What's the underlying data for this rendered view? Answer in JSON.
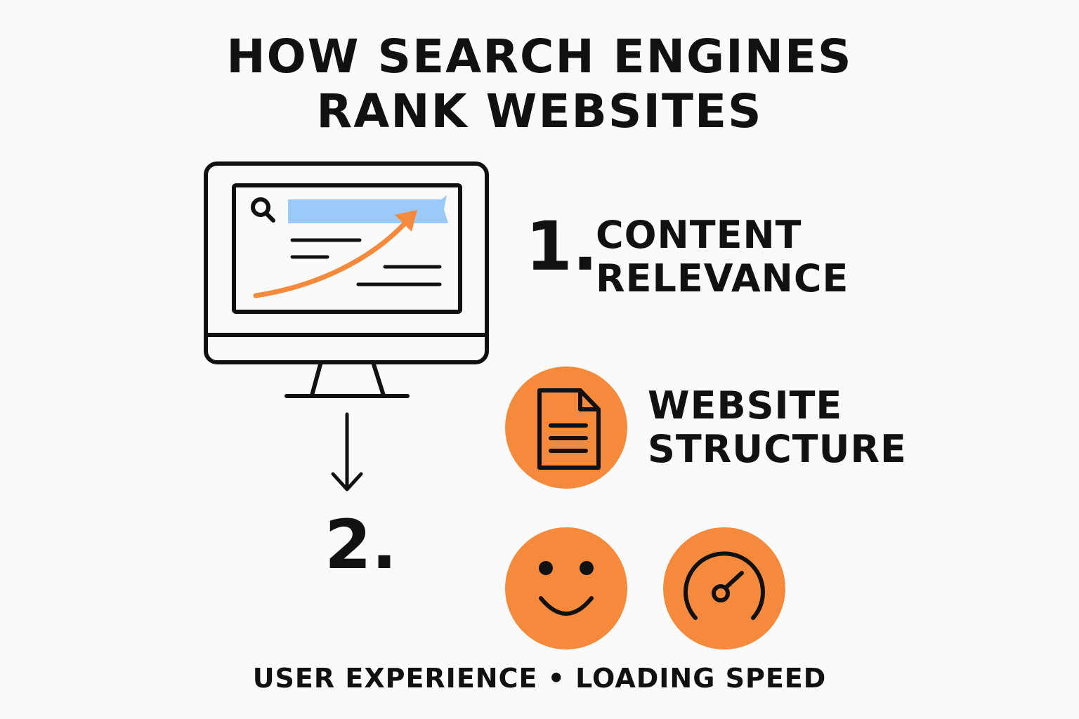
{
  "title": {
    "line1": "HOW SEARCH ENGINES",
    "line2": "RANK WEBSITES"
  },
  "step1": {
    "number": "1.",
    "label_line1": "CONTENT",
    "label_line2": "RELEVANCE"
  },
  "step2": {
    "number": "2."
  },
  "structure": {
    "label_line1": "WEBSITE",
    "label_line2": "STRUCTURE"
  },
  "footer": {
    "text": "USER EXPERIENCE • LOADING SPEED"
  },
  "icons": {
    "monitor": "monitor-icon",
    "search": "search-icon",
    "document": "document-icon",
    "smiley": "smiley-icon",
    "speedometer": "speedometer-icon"
  },
  "colors": {
    "accent": "#f58a3c",
    "search_bar": "#9ccaf8",
    "ink": "#111111"
  }
}
